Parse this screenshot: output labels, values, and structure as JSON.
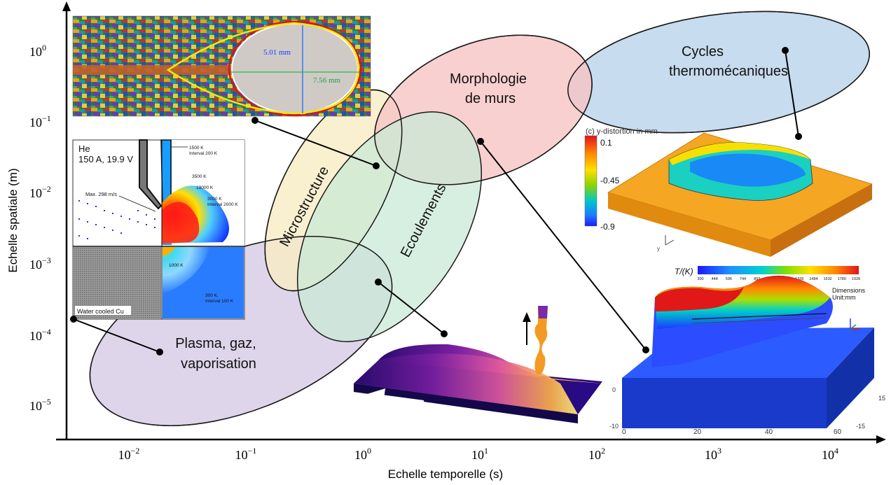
{
  "axes": {
    "x_title": "Echelle temporelle (s)",
    "y_title": "Echelle spatiale (m)",
    "x_ticks": [
      {
        "base": "10",
        "exp": "−2"
      },
      {
        "base": "10",
        "exp": "−1"
      },
      {
        "base": "10",
        "exp": "0"
      },
      {
        "base": "10",
        "exp": "1"
      },
      {
        "base": "10",
        "exp": "2"
      },
      {
        "base": "10",
        "exp": "3"
      },
      {
        "base": "10",
        "exp": "4"
      }
    ],
    "y_ticks": [
      {
        "base": "10",
        "exp": "0"
      },
      {
        "base": "10",
        "exp": "−1"
      },
      {
        "base": "10",
        "exp": "−2"
      },
      {
        "base": "10",
        "exp": "−3"
      },
      {
        "base": "10",
        "exp": "−4"
      },
      {
        "base": "10",
        "exp": "−5"
      }
    ]
  },
  "domains": {
    "plasma_line1": "Plasma, gaz,",
    "plasma_line2": "vaporisation",
    "microstructure": "Microstructure",
    "ecoulements": "Ecoulements",
    "morphologie_line1": "Morphologie",
    "morphologie_line2": "de murs",
    "cycles_line1": "Cycles",
    "cycles_line2": "thermomécaniques"
  },
  "colors": {
    "plasma": "#dcd0e8",
    "microstructure": "#f8ecc4",
    "ecoulements": "#c9e9d6",
    "morphologie": "#f6c4c4",
    "cycles": "#c7dcee",
    "outline": "#1a1a1a"
  },
  "micrograph": {
    "width_label": "5.01 mm",
    "length_label": "7.56 mm"
  },
  "plasma_sim": {
    "gas": "He",
    "params": "150 A, 19.9 V",
    "label_1500": "1500 K",
    "label_interval200": "Interval 200 K",
    "label_3500": "3500 K",
    "label_19000": "19000 K",
    "label_3000": "3000 K",
    "label_interval2000": "Interval 2000 K",
    "label_max": "Max. 298 m/s",
    "label_1000": "1000 K",
    "label_300": "300 K,",
    "label_interval100": "Interval 100 K",
    "label_cu": "Water cooled Cu"
  },
  "distortion": {
    "title": "(c) y-distortion in mm",
    "scale": [
      "0.1",
      "-0.45",
      "-0.9"
    ]
  },
  "thermal": {
    "title": "T/(K)",
    "scale": [
      "300",
      "448",
      "596",
      "744",
      "892",
      "1040",
      "1188",
      "1336",
      "1484",
      "1632",
      "1780",
      "1928"
    ],
    "dim_line1": "Dimensions",
    "dim_line2": "Unit:mm",
    "x_ticks": [
      "0",
      "20",
      "40",
      "60"
    ],
    "z_ticks": [
      "0",
      "-10"
    ],
    "y_ticks": [
      "15",
      "-15"
    ]
  }
}
